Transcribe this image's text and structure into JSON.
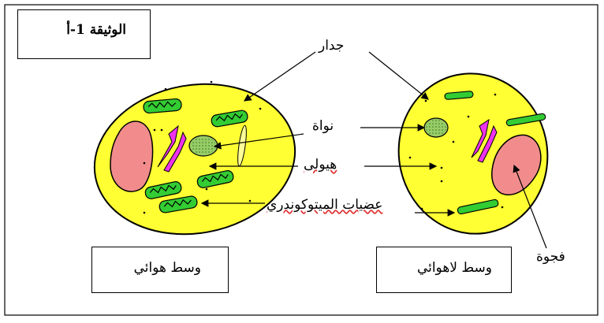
{
  "document_tag": "الوثيقة 1-أ",
  "labels": {
    "wall": "جدار",
    "nucleus": "نواة",
    "cytoplasm": "هيولى",
    "mitochondria": "عضيات الميتوكوندري",
    "vacuole": "فجوة"
  },
  "conditions": {
    "aerobic": "وسط هوائي",
    "anaerobic": "وسط لاهوائي"
  },
  "colors": {
    "cytoplasm": "#ffff33",
    "mitochondria": "#33cc33",
    "vacuole": "#f28c8c",
    "nucleus": "#99cc66",
    "golgi": "#ee33ee"
  }
}
